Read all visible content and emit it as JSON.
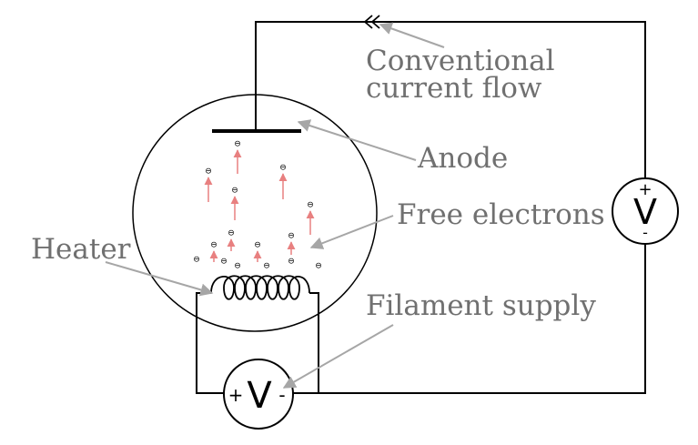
{
  "labels": {
    "conventional_line1": "Conventional",
    "conventional_line2": "current flow",
    "anode": "Anode",
    "free_electrons": "Free electrons",
    "heater": "Heater",
    "filament_supply": "Filament supply"
  },
  "meters": {
    "anode_supply": {
      "symbol": "V",
      "plus": "+",
      "minus": "-"
    },
    "filament_supply": {
      "symbol": "V",
      "plus": "+",
      "minus": "-"
    }
  },
  "electron_symbol": "⊖",
  "colors": {
    "wire": "#000000",
    "label_text": "#707070",
    "leader": "#a6a6a6",
    "electron_arrow": "#e88080"
  }
}
